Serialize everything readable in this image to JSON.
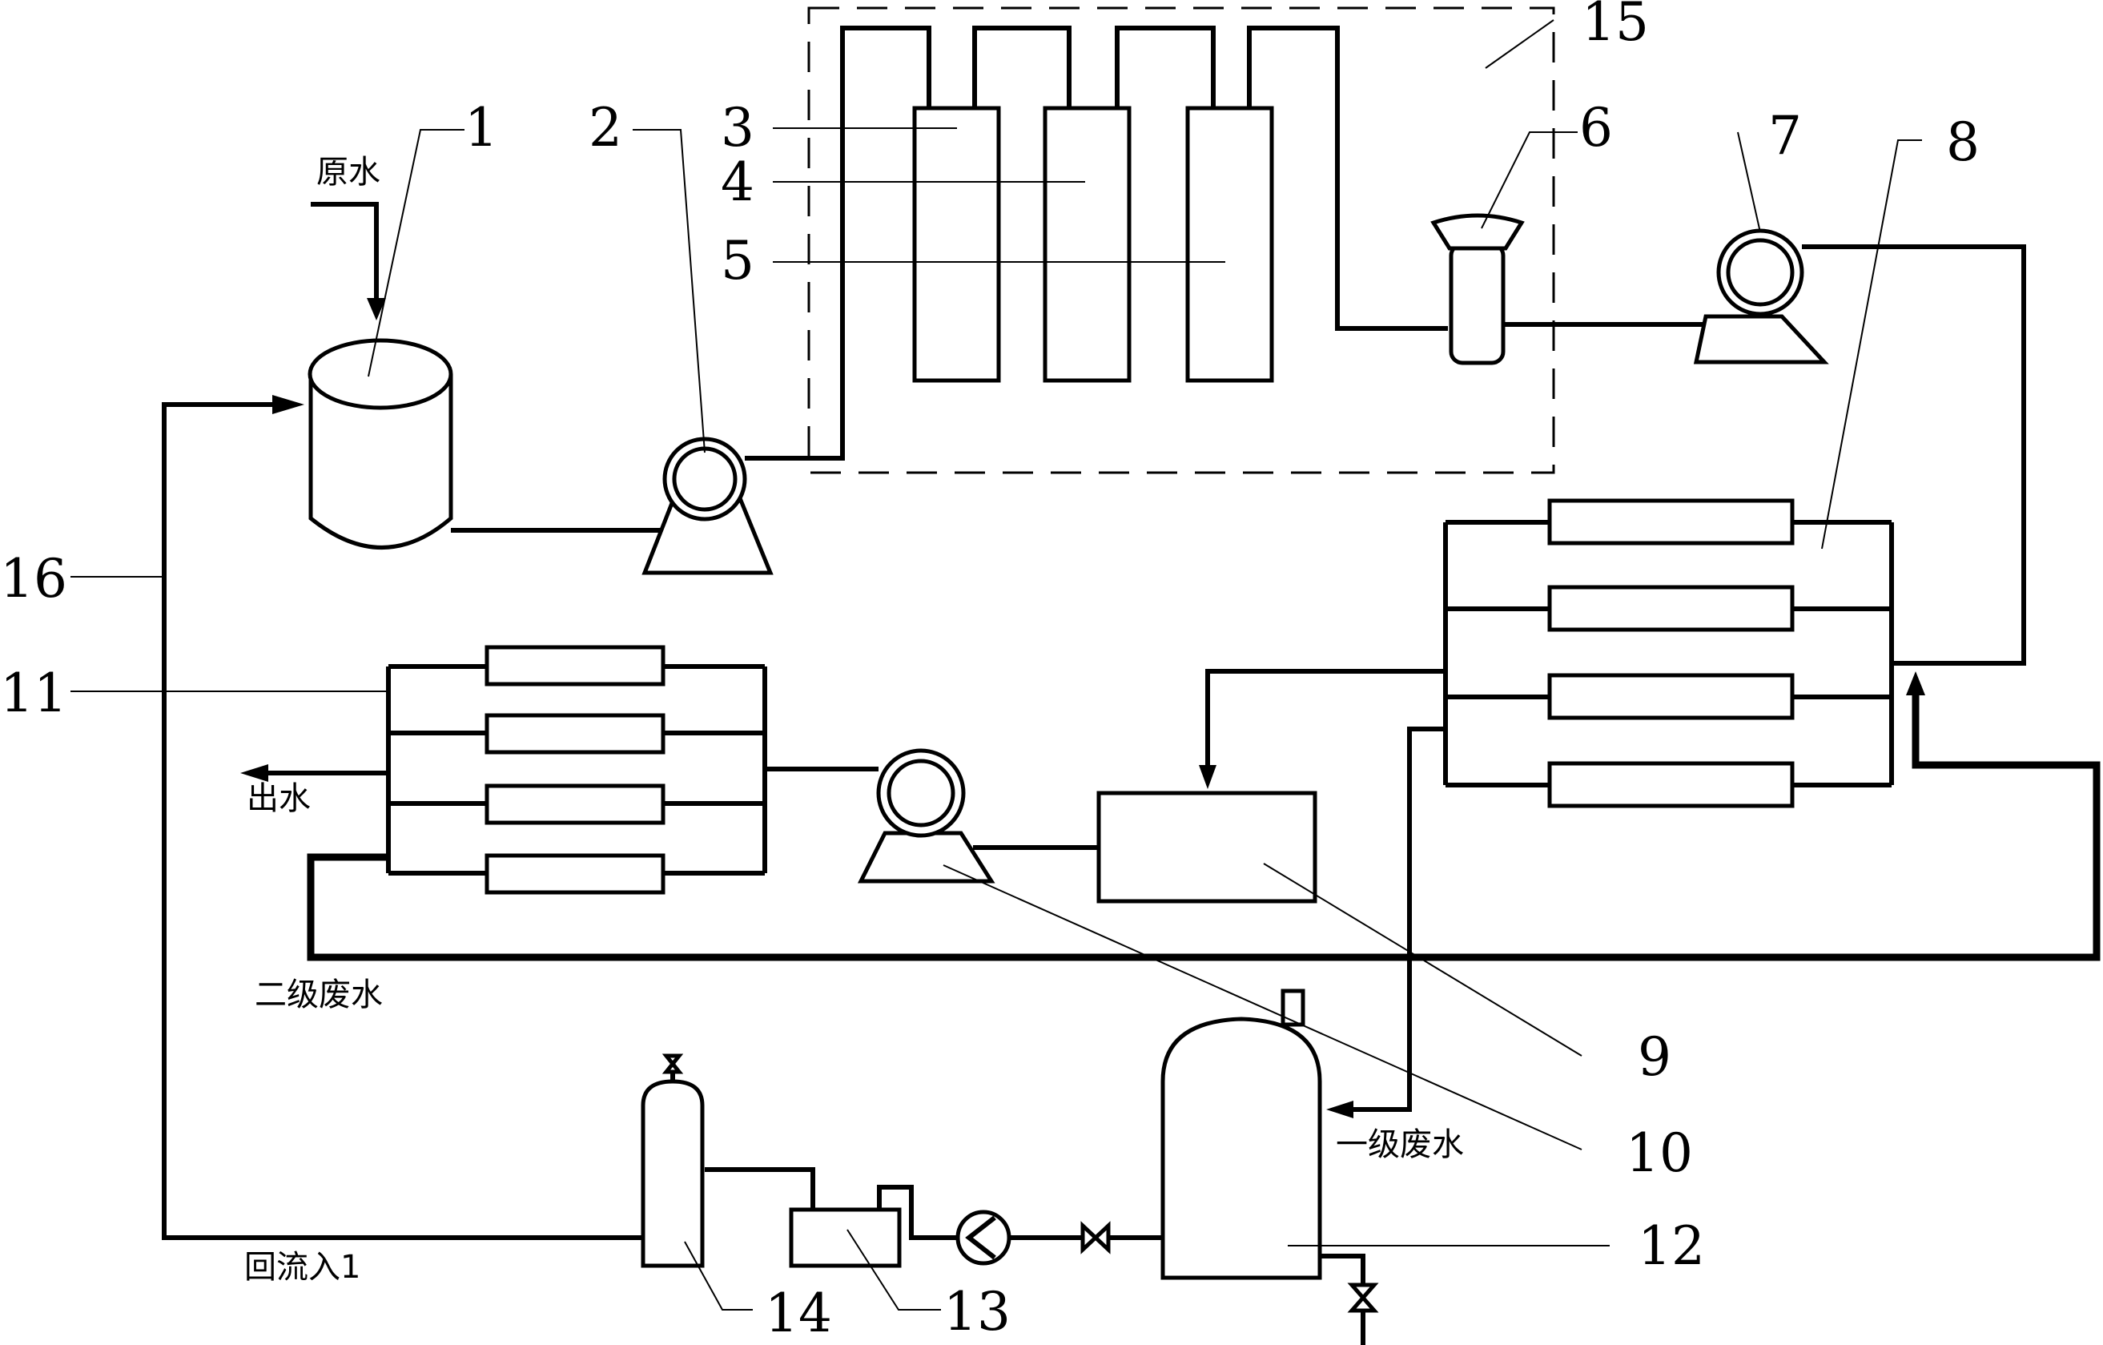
{
  "labels": {
    "raw_water": "原水",
    "outlet_water": "出水",
    "secondary_wastewater": "二级废水",
    "primary_wastewater": "一级废水",
    "return_to_1": "回流入1"
  },
  "numbers": {
    "n1": "1",
    "n2": "2",
    "n3": "3",
    "n4": "4",
    "n5": "5",
    "n6": "6",
    "n7": "7",
    "n8": "8",
    "n9": "9",
    "n10": "10",
    "n11": "11",
    "n12": "12",
    "n13": "13",
    "n14": "14",
    "n15": "15",
    "n16": "16"
  }
}
